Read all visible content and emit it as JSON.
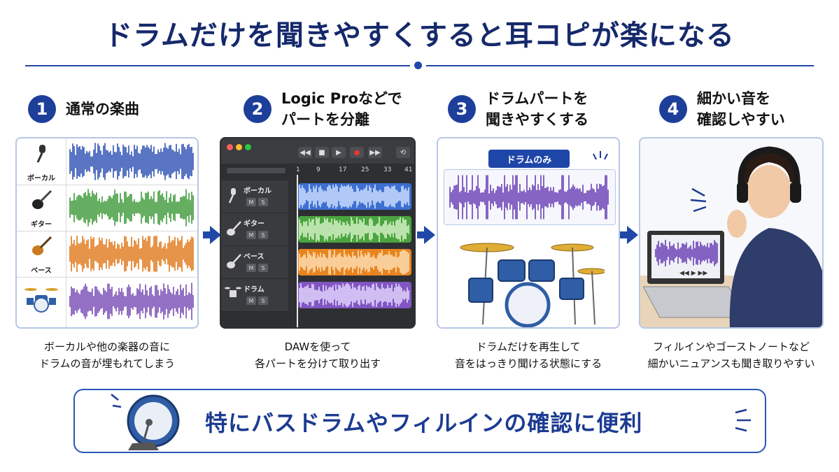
{
  "title": "ドラムだけを聞きやすくすると耳コピが楽になる",
  "steps": [
    {
      "num": "1",
      "title": "通常の楽曲",
      "caption": "ボーカルや他の楽器の音に\nドラムの音が埋もれてしまう",
      "tracks": [
        "ボーカル",
        "ギター",
        "ベース",
        ""
      ]
    },
    {
      "num": "2",
      "title": "Logic Proなどで\nパートを分離",
      "caption": "DAWを使って\n各パートを分けて取り出す",
      "tracks": [
        "ボーカル",
        "ギター",
        "ベース",
        "ドラム"
      ],
      "ruler": [
        "1",
        "9",
        "17",
        "25",
        "33",
        "41"
      ],
      "mute": "M",
      "solo": "S"
    },
    {
      "num": "3",
      "title": "ドラムパートを\n聞きやすくする",
      "caption": "ドラムだけを再生して\n音をはっきり聞ける状態にする",
      "label": "ドラムのみ"
    },
    {
      "num": "4",
      "title": "細かい音を\n確認しやすい",
      "caption": "フィルインやゴーストノートなど\n細かいニュアンスも聞き取りやすい"
    }
  ],
  "banner": "特にバスドラムやフィルインの確認に便利",
  "colors": {
    "navy": "#15296b",
    "accent": "#1f48a8",
    "vocal": "#2f52b4",
    "guitar": "#3f9a3a",
    "bass": "#e07a1c",
    "drums": "#7a4db5"
  }
}
